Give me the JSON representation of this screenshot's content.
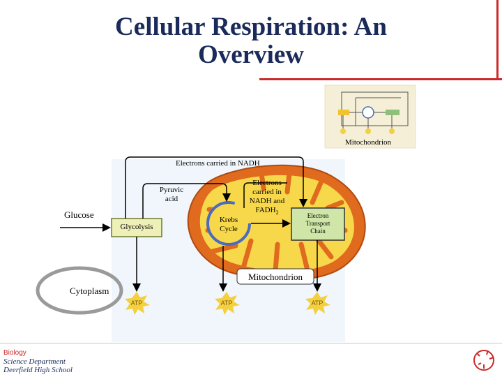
{
  "title": {
    "line1": "Cellular Respiration: An",
    "line2": "Overview"
  },
  "inset": {
    "label": "Mitochondrion"
  },
  "diagram": {
    "electrons_nadh": "Electrons carried in NADH",
    "pyruvic_acid": [
      "Pyruvic",
      "acid"
    ],
    "electrons_nadh_fadh2": [
      "Electrons",
      "carried in",
      "NADH and",
      "FADH",
      "2"
    ],
    "glucose": "Glucose",
    "glycolysis": "Glycolysis",
    "krebs_cycle": [
      "Krebs",
      "Cycle"
    ],
    "etc": [
      "Electron",
      "Transport",
      "Chain"
    ],
    "mitochondrion": "Mitochondrion",
    "cytoplasm": "Cytoplasm",
    "atp": "ATP"
  },
  "footer": {
    "subject": "Biology",
    "department": "Science Department",
    "school": "Deerfield High School"
  },
  "colors": {
    "title": "#1a2a5a",
    "accent_red": "#cc2a2a",
    "mito_outer": "#e06a1e",
    "mito_inner": "#f7d84a",
    "glycolysis_box": "#eef0b8",
    "etc_box": "#cfe6a8",
    "atp_star": "#f4d03f"
  }
}
